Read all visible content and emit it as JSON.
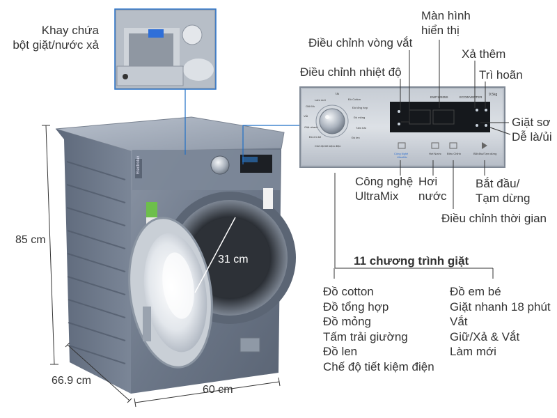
{
  "callouts": {
    "detergent_tray": [
      "Khay chứa",
      "bột giặt/nước xả"
    ],
    "display": [
      "Màn hình",
      "hiển thị"
    ],
    "spin_control": "Điều chỉnh vòng vắt",
    "extra_rinse": "Xả thêm",
    "temp_control": "Điều chỉnh nhiệt độ",
    "delay": "Trì hoãn",
    "quick_wash": "Giặt sơ",
    "easy_iron": "Dễ là/ủi",
    "ultramix": [
      "Công nghệ",
      "UltraMix"
    ],
    "steam": [
      "Hơi",
      "nước"
    ],
    "start_pause": [
      "Bắt đầu/",
      "Tạm dừng"
    ],
    "time_control": "Điều chỉnh thời gian"
  },
  "dimensions": {
    "height": "85 cm",
    "depth": "66.9 cm",
    "width": "60 cm",
    "door": "31 cm"
  },
  "programs": {
    "title": "11 chương trình giặt",
    "left": [
      "Đồ cotton",
      "Đồ tổng hợp",
      "Đồ mỏng",
      "Tấm trải giường",
      "Đồ len",
      "Chế độ tiết kiệm điện"
    ],
    "right": [
      "Đồ em bé",
      "Giặt nhanh 18 phút",
      "Vắt",
      "Giữ/Xả & Vắt",
      "Làm mới"
    ]
  },
  "panel": {
    "model": "EWF12935S",
    "inverter": "ECOINVERTER",
    "capacity": "9.5kg",
    "brand": "Electrolux"
  },
  "colors": {
    "body": "#6f7a8c",
    "accent_blue": "#1f6fc5",
    "line": "#333333"
  }
}
